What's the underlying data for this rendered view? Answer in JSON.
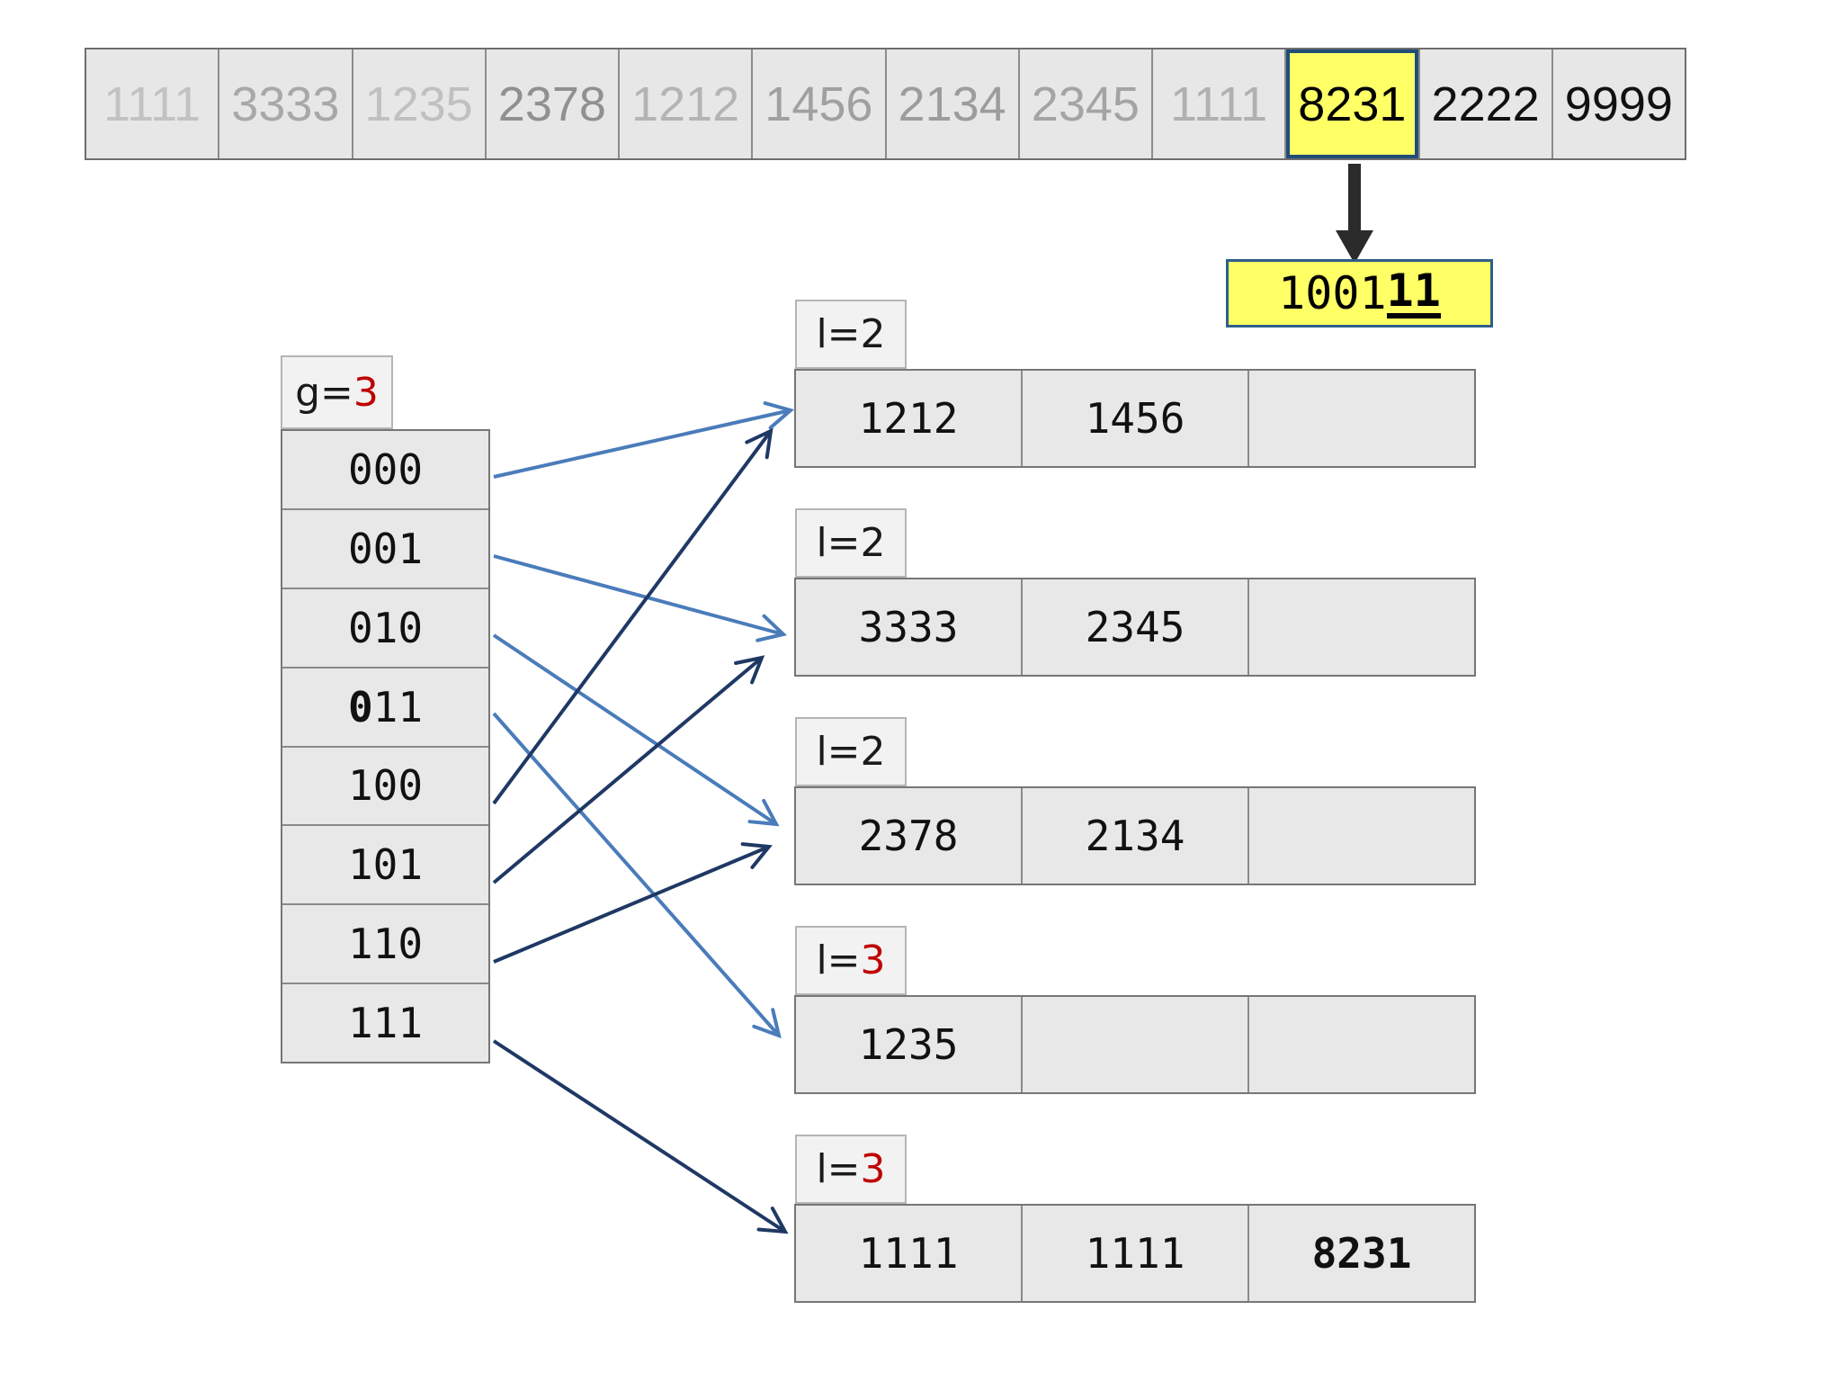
{
  "colors": {
    "light_arrow": "#4a7cba",
    "dark_arrow": "#1f3864",
    "black_arrow": "#2b2b2b",
    "highlight_fill": "#ffff66",
    "highlight_border": "#1f4e79",
    "red": "#c00000",
    "cell_fill": "#e8e8e8",
    "label_fill": "#f2f2f2"
  },
  "top_array": {
    "cells": [
      {
        "value": "1111",
        "style": "dim",
        "text_color": "#c2c2c2"
      },
      {
        "value": "3333",
        "style": "dim",
        "text_color": "#a8a8a8"
      },
      {
        "value": "1235",
        "style": "dim",
        "text_color": "#c0c0c0"
      },
      {
        "value": "2378",
        "style": "dim",
        "text_color": "#909090"
      },
      {
        "value": "1212",
        "style": "dim",
        "text_color": "#b4b4b4"
      },
      {
        "value": "1456",
        "style": "dim",
        "text_color": "#a0a0a0"
      },
      {
        "value": "2134",
        "style": "dim",
        "text_color": "#9c9c9c"
      },
      {
        "value": "2345",
        "style": "dim",
        "text_color": "#a4a4a4"
      },
      {
        "value": "1111",
        "style": "dim",
        "text_color": "#b0b0b0"
      },
      {
        "value": "8231",
        "style": "highlight",
        "text_color": "#000000"
      },
      {
        "value": "2222",
        "style": "normal",
        "text_color": "#111111"
      },
      {
        "value": "9999",
        "style": "normal",
        "text_color": "#111111"
      }
    ]
  },
  "hash_box": {
    "prefix": "1001",
    "highlighted_suffix": "11"
  },
  "insert_arrow": {
    "from_value": "8231",
    "to": "hash-result-box"
  },
  "directory": {
    "label_prefix": "g=",
    "label_value": "3",
    "entries": [
      {
        "bold": "",
        "rest": "000"
      },
      {
        "bold": "",
        "rest": "001"
      },
      {
        "bold": "",
        "rest": "010"
      },
      {
        "bold": "0",
        "rest": "11"
      },
      {
        "bold": "",
        "rest": "100"
      },
      {
        "bold": "",
        "rest": "101"
      },
      {
        "bold": "",
        "rest": "110"
      },
      {
        "bold": "",
        "rest": "111"
      }
    ]
  },
  "buckets": [
    {
      "id": "bucket-1",
      "label_prefix": "l=",
      "depth": "2",
      "depth_red": false,
      "cells": [
        {
          "value": "1212",
          "bold": false
        },
        {
          "value": "1456",
          "bold": false
        },
        {
          "value": "",
          "bold": false
        }
      ]
    },
    {
      "id": "bucket-2",
      "label_prefix": "l=",
      "depth": "2",
      "depth_red": false,
      "cells": [
        {
          "value": "3333",
          "bold": false
        },
        {
          "value": "2345",
          "bold": false
        },
        {
          "value": "",
          "bold": false
        }
      ]
    },
    {
      "id": "bucket-3",
      "label_prefix": "l=",
      "depth": "2",
      "depth_red": false,
      "cells": [
        {
          "value": "2378",
          "bold": false
        },
        {
          "value": "2134",
          "bold": false
        },
        {
          "value": "",
          "bold": false
        }
      ]
    },
    {
      "id": "bucket-4",
      "label_prefix": "l=",
      "depth": "3",
      "depth_red": true,
      "cells": [
        {
          "value": "1235",
          "bold": false
        },
        {
          "value": "",
          "bold": false
        },
        {
          "value": "",
          "bold": false
        }
      ]
    },
    {
      "id": "bucket-5",
      "label_prefix": "l=",
      "depth": "3",
      "depth_red": true,
      "cells": [
        {
          "value": "1111",
          "bold": false
        },
        {
          "value": "1111",
          "bold": false
        },
        {
          "value": "8231",
          "bold": true
        }
      ]
    }
  ],
  "pointers": [
    {
      "from": "000",
      "to": "bucket-1",
      "tone": "light"
    },
    {
      "from": "001",
      "to": "bucket-2",
      "tone": "light"
    },
    {
      "from": "010",
      "to": "bucket-3",
      "tone": "light"
    },
    {
      "from": "011",
      "to": "bucket-4",
      "tone": "light"
    },
    {
      "from": "100",
      "to": "bucket-1",
      "tone": "dark"
    },
    {
      "from": "101",
      "to": "bucket-2",
      "tone": "dark"
    },
    {
      "from": "110",
      "to": "bucket-3",
      "tone": "dark"
    },
    {
      "from": "111",
      "to": "bucket-5",
      "tone": "dark"
    }
  ]
}
